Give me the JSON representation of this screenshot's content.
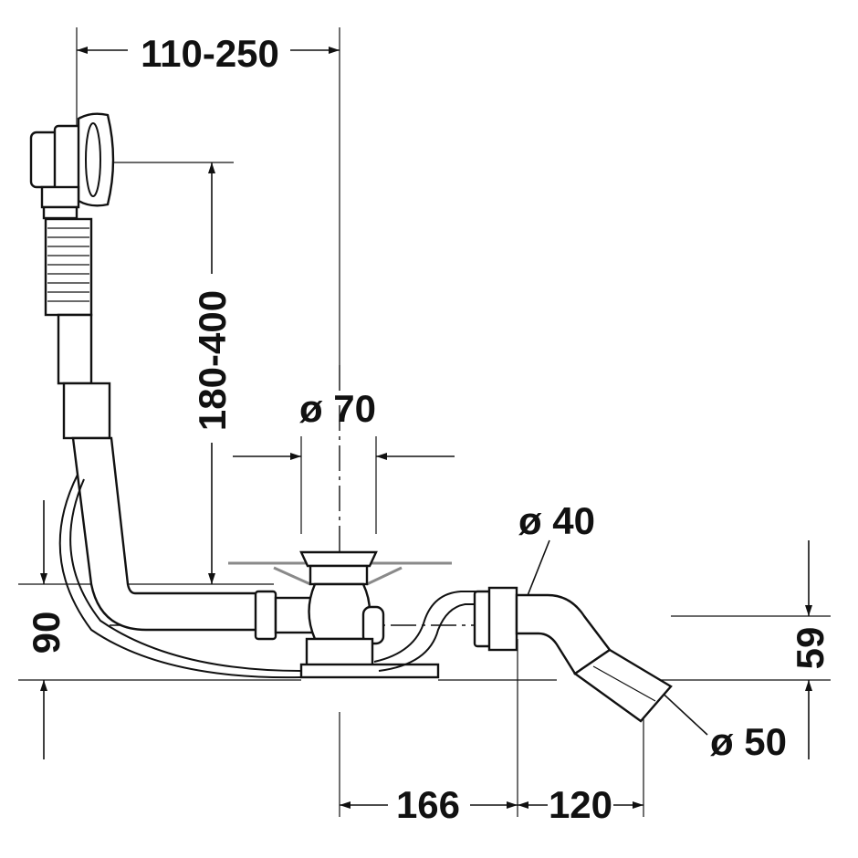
{
  "drawing": {
    "title": "Bath waste and overflow set dimension drawing",
    "dimensions": {
      "overflow_offset": "110-250",
      "overflow_height": "180-400",
      "drain_diameter": "ø 70",
      "pipe_diameter": "ø 40",
      "drain_height": "90",
      "outlet_height": "59",
      "outlet_diameter": "ø 50",
      "outlet_distance": "166",
      "outlet_length": "120"
    },
    "colors": {
      "line": "#111111",
      "tub_edge": "#8a8a8a"
    }
  }
}
